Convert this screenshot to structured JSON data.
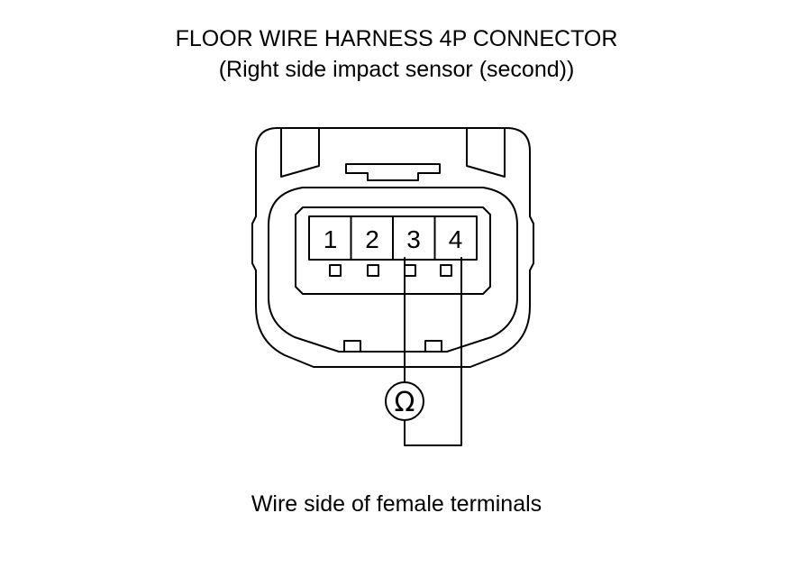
{
  "title": {
    "line1": "FLOOR WIRE HARNESS 4P CONNECTOR",
    "line2": "(Right side impact sensor (second))"
  },
  "connector": {
    "pins": [
      "1",
      "2",
      "3",
      "4"
    ]
  },
  "meter": {
    "symbol": "Ω"
  },
  "caption": "Wire side of female terminals"
}
